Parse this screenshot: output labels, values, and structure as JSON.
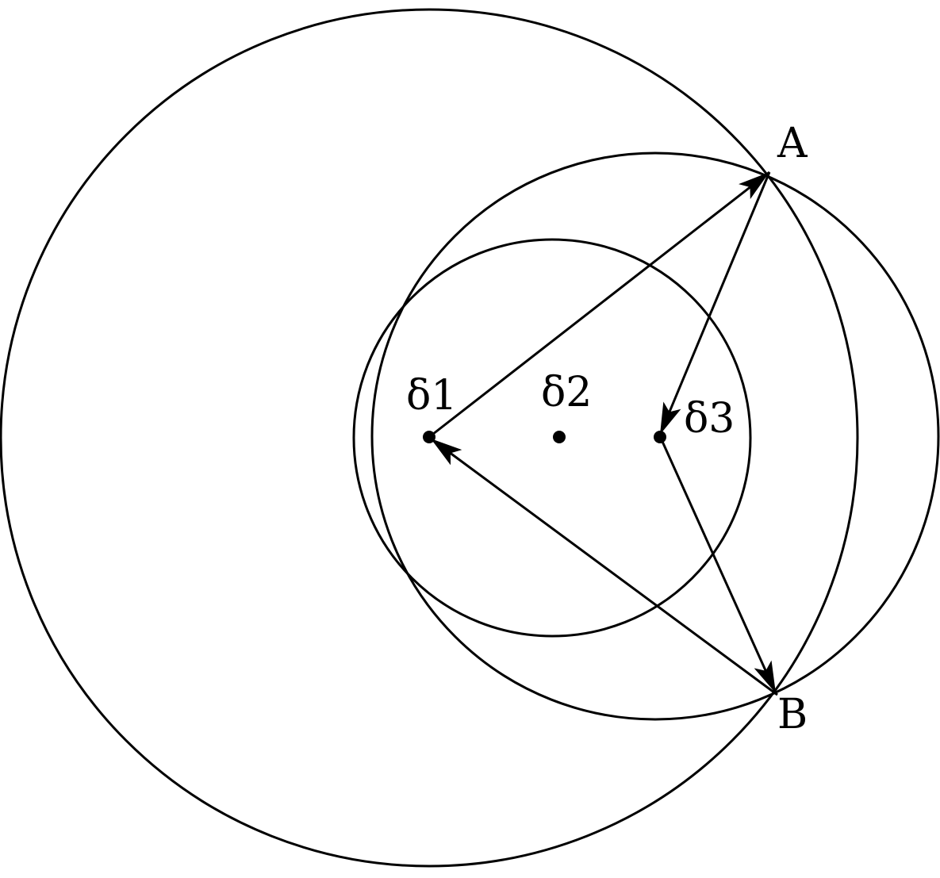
{
  "points": {
    "A": "A",
    "B": "B",
    "d1": "δ1",
    "d2": "δ2",
    "d3": "δ3"
  },
  "colors": {
    "stroke": "#000000",
    "background": "#ffffff"
  }
}
